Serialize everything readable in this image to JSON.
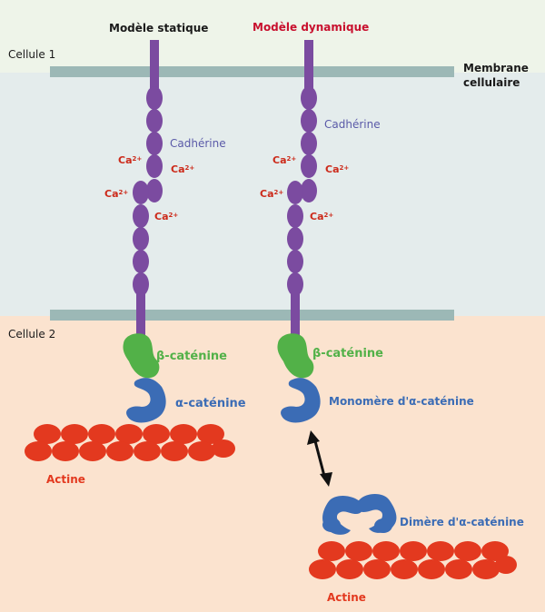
{
  "header": {
    "static_model": "Modèle statique",
    "dynamic_model": "Modèle dynamique"
  },
  "regions": {
    "cell1": "Cellule 1",
    "cell2": "Cellule 2",
    "membrane": "Membrane cellulaire"
  },
  "static_model": {
    "cadherin": "Cadhérine",
    "calcium": [
      "Ca",
      "Ca",
      "Ca",
      "Ca"
    ],
    "calcium_charge": "2+",
    "beta_catenin": "β-caténine",
    "alpha_catenin": "α-caténine",
    "actin": "Actine"
  },
  "dynamic_model": {
    "cadherin": "Cadhérine",
    "calcium": [
      "Ca",
      "Ca",
      "Ca",
      "Ca"
    ],
    "calcium_charge": "2+",
    "beta_catenin": "β-caténine",
    "monomer": "Monomère d'α-caténine",
    "dimer": "Dimère d'α-caténine",
    "actin": "Actine"
  },
  "colors": {
    "cell1_bg": "#e4ecec",
    "cell2_bg": "#fbe3cf",
    "top_bg": "#eef4e9",
    "membrane": "#9cb8b6",
    "cadherin": "#7b4ba0",
    "beta_catenin": "#52b148",
    "alpha_catenin": "#3b6cb5",
    "actin": "#e3391f",
    "calcium_text": "#cc2a1a",
    "dynamic_title": "#c8102e"
  }
}
